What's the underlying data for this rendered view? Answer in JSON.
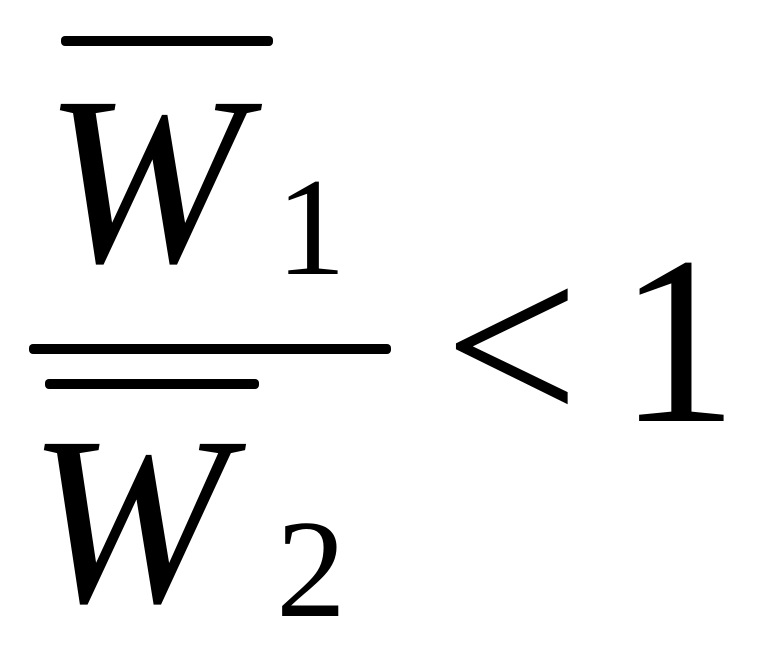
{
  "formula": {
    "numerator": {
      "variable": "W",
      "subscript": "1"
    },
    "denominator": {
      "variable": "W",
      "subscript": "2"
    },
    "relation": "<",
    "rhs": "1"
  }
}
